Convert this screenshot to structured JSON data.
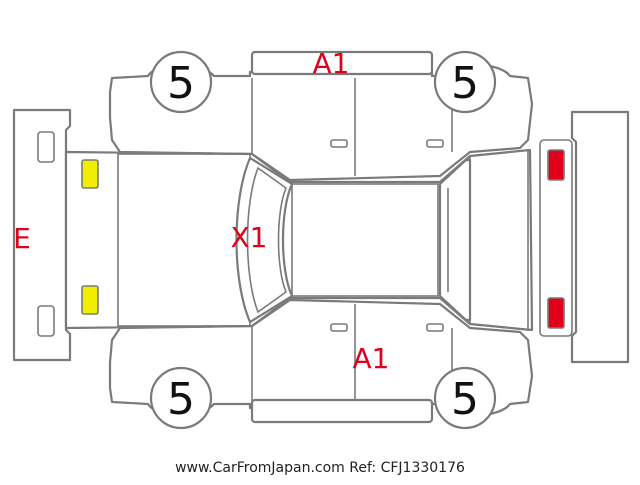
{
  "diagram": {
    "damage_marks": {
      "top_doors": "A1",
      "bottom_doors": "A1",
      "windshield": "X1",
      "front_bumper": "E"
    },
    "tire_tread": {
      "front_left": "5",
      "rear_left": "5",
      "front_right": "5",
      "rear_right": "5"
    },
    "lamp_colors": {
      "front": "#f2ee00",
      "rear": "#e0001b"
    },
    "mark_color": "#e0001b",
    "footer": "www.CarFromJapan.com Ref: CFJ1330176"
  }
}
